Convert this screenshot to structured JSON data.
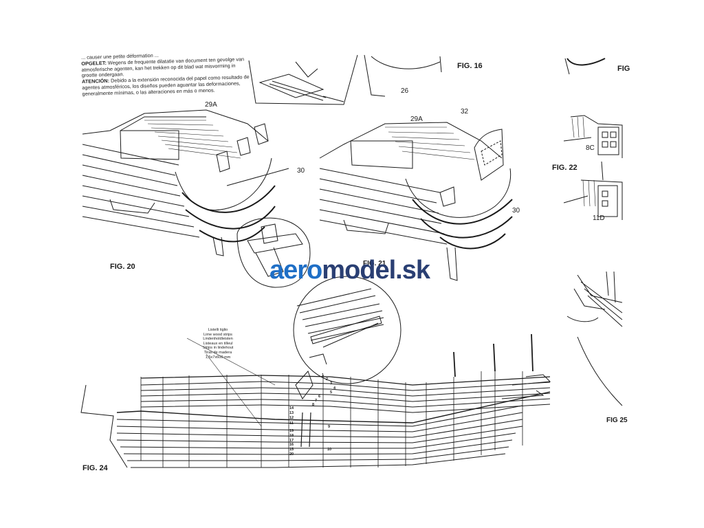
{
  "instructions": {
    "line1": "... causer une petite déformation ...",
    "opgelet_label": "OPGELET:",
    "opgelet_text": "Wegens de frequente dilatatie van document ten gevolge van atmosferische agenten, kan het trekken op dit blad wat misvorming in grootte ondergaan.",
    "atencion_label": "ATENCIÓN:",
    "atencion_text": "Debido a la extensión reconocida del papel como resultado de agentes atmosféricos, los diseños pueden aguantar las deformaciones, generalmente mínimas, o las alteraciones en más o menos."
  },
  "figures": {
    "fig16": "FIG. 16",
    "fig20": "FIG. 20",
    "fig21": "FIG. 21",
    "fig22": "FIG. 22",
    "fig24": "FIG. 24",
    "fig25": "FIG 25",
    "fig_cut": "FIG"
  },
  "parts": {
    "p26": "26",
    "p29a_left": "29A",
    "p29a_right": "29A",
    "p30_left": "30",
    "p30_right": "30",
    "p32": "32",
    "p8c": "8C",
    "p11d": "11D"
  },
  "strip_note": [
    "Listelli tiglio",
    "Lime wood strips",
    "Lindenholdleisten",
    "Listeaux en tilleul",
    "Strips in lindehout",
    "Tiras de madera",
    "1,5x7x600 mm"
  ],
  "strip_numbers": {
    "n1": "1",
    "n2": "2",
    "n3": "3",
    "n4": "4",
    "n5": "5",
    "n6": "6",
    "n7": "7",
    "n8": "8",
    "n9": "9",
    "n10": "10",
    "n11": "11",
    "n12": "12",
    "n13": "13",
    "n14": "14",
    "n15": "15",
    "n16": "16",
    "n17": "17",
    "n18": "18",
    "n19": "19",
    "n20": "20"
  },
  "watermark": {
    "brand_a": "aero",
    "brand_b": "model.sk"
  },
  "colors": {
    "ink": "#1a1a1a",
    "watermark_blue": "#1f6fc6",
    "watermark_dark": "#2a3f73"
  }
}
